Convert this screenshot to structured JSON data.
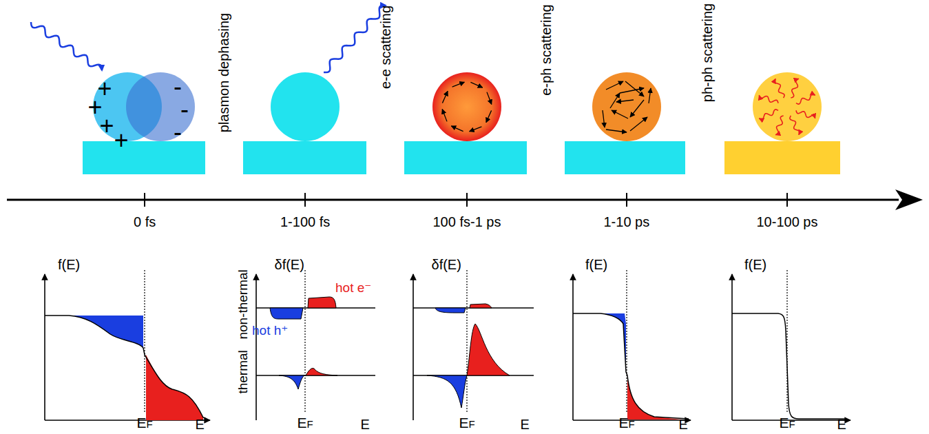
{
  "diagram": {
    "labels": [
      "plasmon dephasing",
      "e-e scattering",
      "e-ph scattering",
      "ph-ph scattering",
      "+",
      "+",
      "+",
      "+",
      "-",
      "-",
      "-",
      "0 fs",
      "1-100 fs",
      "100 fs-1 ps",
      "1-10 ps",
      "10-100 ps",
      "f(E)",
      "EF",
      "E",
      "δf(E)",
      "non-thermal",
      "thermal",
      "hot e⁻",
      "hot h⁺",
      "EF",
      "E",
      "δf(E)",
      "EF",
      "E",
      "f(E)",
      "EF",
      "E",
      "f(E)",
      "EF",
      "E"
    ]
  }
}
